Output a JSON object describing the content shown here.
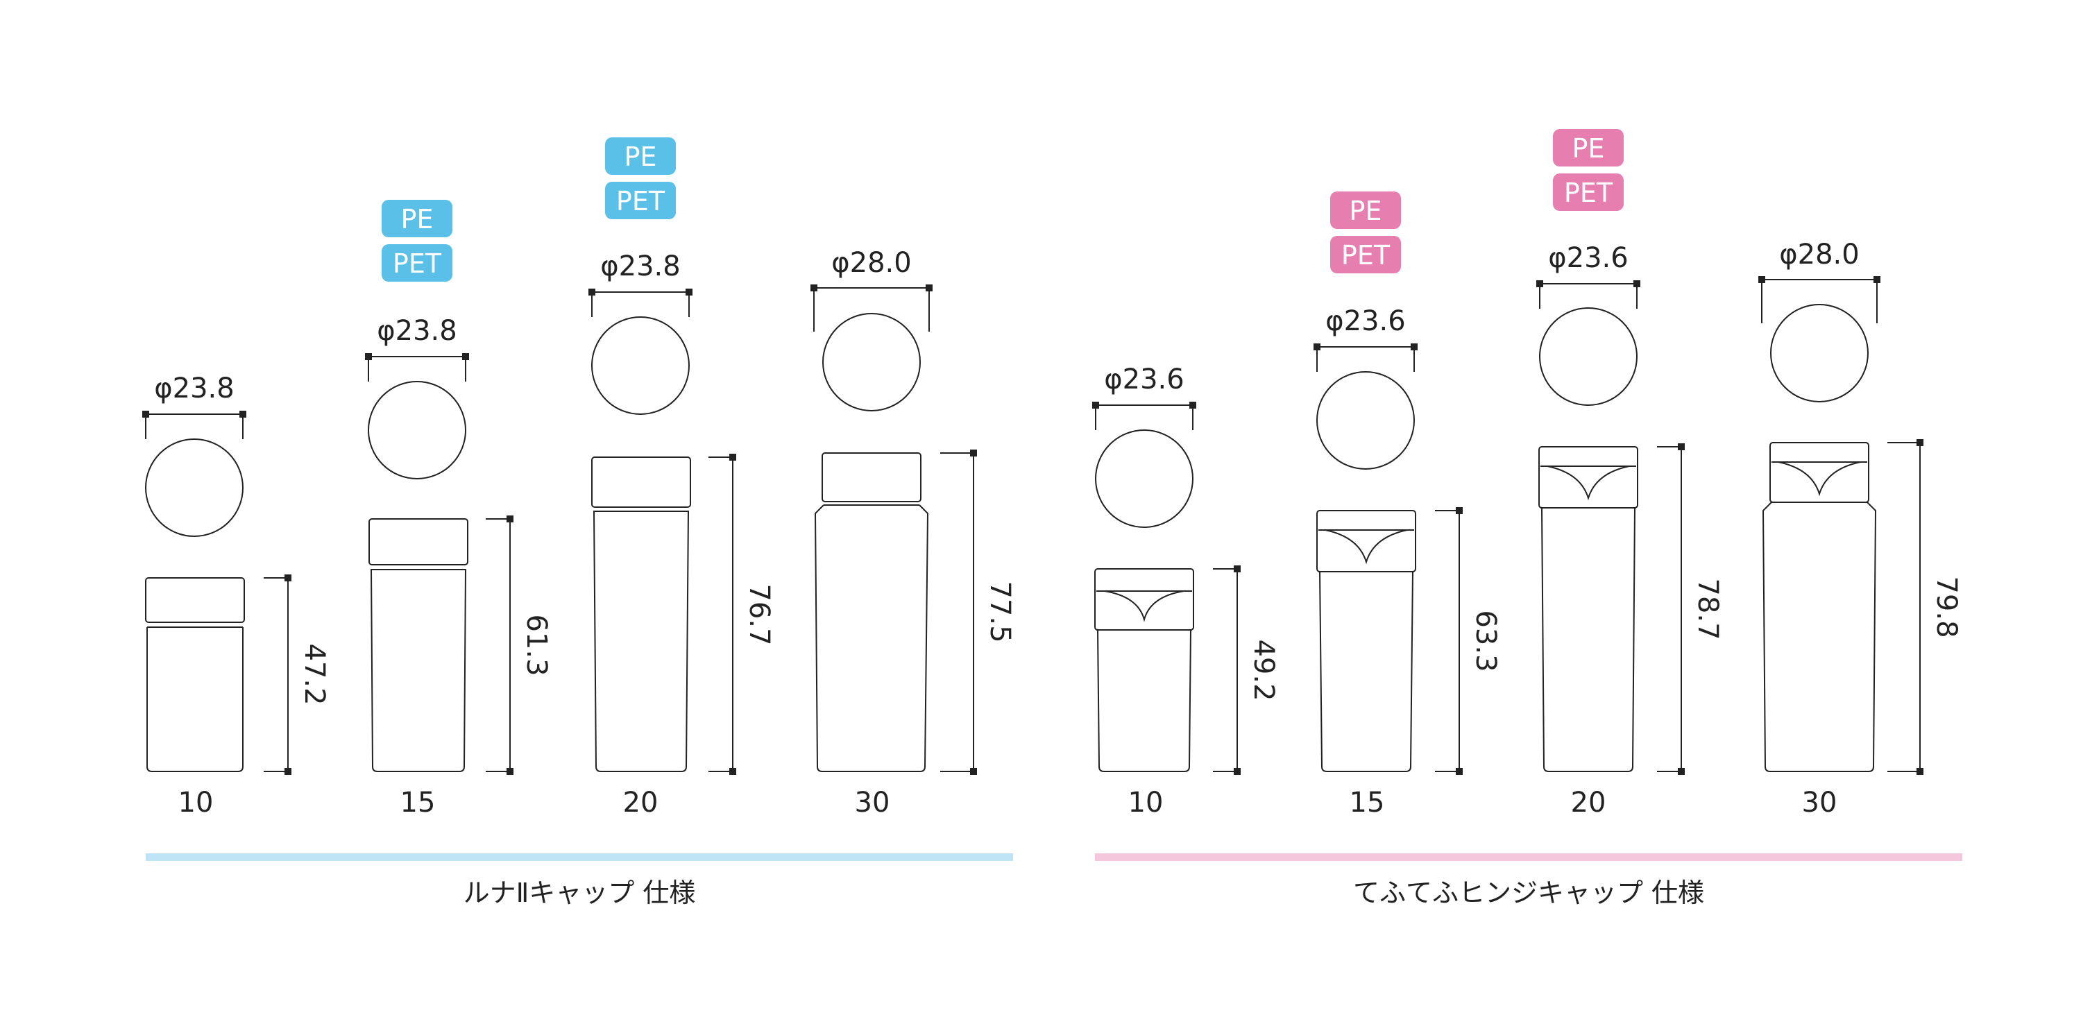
{
  "colors": {
    "luna_accent": "#5bc0e8",
    "luna_bar": "#bfe4f6",
    "tefu_accent": "#e67fb0",
    "tefu_bar": "#f4c7dc",
    "line": "#222222"
  },
  "sections": [
    {
      "title": "ルナⅡキャップ 仕様",
      "cap_style": "luna",
      "bottles": [
        {
          "volume": "10",
          "diameter": "φ23.8",
          "height": "47.2",
          "materials": []
        },
        {
          "volume": "15",
          "diameter": "φ23.8",
          "height": "61.3",
          "materials": [
            "PE",
            "PET"
          ]
        },
        {
          "volume": "20",
          "diameter": "φ23.8",
          "height": "76.7",
          "materials": [
            "PE",
            "PET"
          ]
        },
        {
          "volume": "30",
          "diameter": "φ28.0",
          "height": "77.5",
          "materials": []
        }
      ]
    },
    {
      "title": "てふてふヒンジキャップ 仕様",
      "cap_style": "hinge",
      "bottles": [
        {
          "volume": "10",
          "diameter": "φ23.6",
          "height": "49.2",
          "materials": []
        },
        {
          "volume": "15",
          "diameter": "φ23.6",
          "height": "63.3",
          "materials": [
            "PE",
            "PET"
          ]
        },
        {
          "volume": "20",
          "diameter": "φ23.6",
          "height": "78.7",
          "materials": [
            "PE",
            "PET"
          ]
        },
        {
          "volume": "30",
          "diameter": "φ28.0",
          "height": "79.8",
          "materials": []
        }
      ]
    }
  ]
}
